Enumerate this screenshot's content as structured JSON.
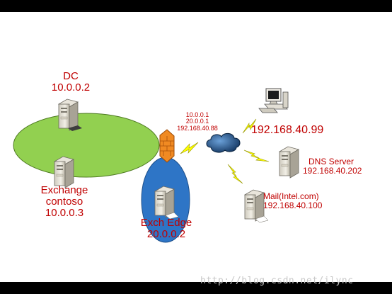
{
  "diagram": {
    "nodes": {
      "dc": {
        "name": "DC",
        "ip": "10.0.0.2"
      },
      "exchange": {
        "name": "Exchange",
        "domain": "contoso",
        "ip": "10.0.0.3"
      },
      "edge": {
        "name": "Exch Edge",
        "ip": "20.0.0.2"
      },
      "firewall": {
        "ip1": "10.0.0.1",
        "ip2": "20.0.0.1",
        "ip3": "192.168.40.88"
      },
      "client": {
        "ip": "192.168.40.99"
      },
      "dns": {
        "name": "DNS Server",
        "ip": "192.168.40.202"
      },
      "mail": {
        "name": "Mail(Intel.com)",
        "ip": "192.168.40.100"
      }
    },
    "colors": {
      "lan": "#92d050",
      "dmz": "#2e75c6",
      "label": "#c00000",
      "link": "#ffff00",
      "cloud": "#1f4e79"
    }
  },
  "watermark": "http://blog.csdn.net/ilync"
}
